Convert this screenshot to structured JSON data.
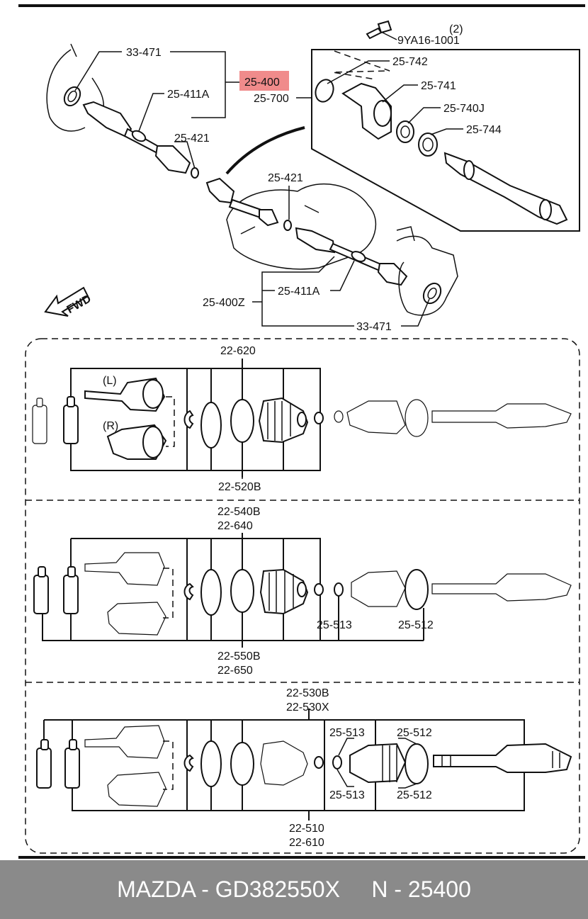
{
  "labels": {
    "top_9ya": "9YA16-1001",
    "top_2": "(2)",
    "l_33471_a": "33-471",
    "l_25400": "25-400",
    "l_25411a_a": "25-411A",
    "l_25700": "25-700",
    "l_25742": "25-742",
    "l_25741": "25-741",
    "l_25740j": "25-740J",
    "l_25744": "25-744",
    "l_25421_a": "25-421",
    "l_25421_b": "25-421",
    "l_25411a_b": "25-411A",
    "l_25400z": "25-400Z",
    "l_33471_b": "33-471",
    "fwd": "FWD",
    "s1_top": "22-620",
    "s1_bot": "22-520B",
    "s1_L": "(L)",
    "s1_R": "(R)",
    "s2_top1": "22-540B",
    "s2_top2": "22-640",
    "s2_bot1": "22-550B",
    "s2_bot2": "22-650",
    "s2_513": "25-513",
    "s2_512": "25-512",
    "s3_top1": "22-530B",
    "s3_top2": "22-530X",
    "s3_513_t": "25-513",
    "s3_512_t": "25-512",
    "s3_513_b": "25-513",
    "s3_512_b": "25-512",
    "s3_bot1": "22-510",
    "s3_bot2": "22-610"
  },
  "colors": {
    "highlight": "#f08b8b",
    "footer_bg": "#8a8a8a",
    "footer_text": "#ffffff"
  },
  "footer": {
    "left": "MAZDA - GD382550X",
    "right": "N - 25400"
  }
}
